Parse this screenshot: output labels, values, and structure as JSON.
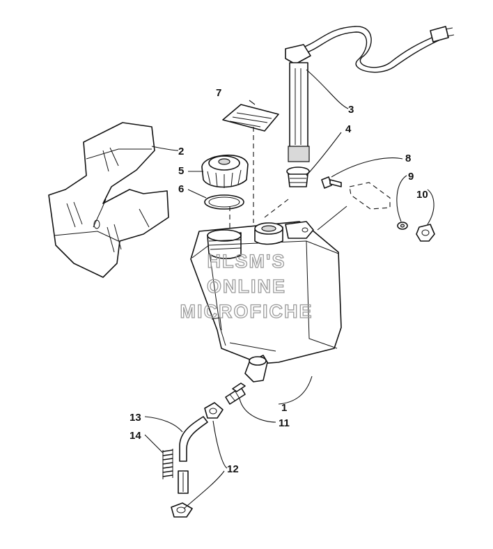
{
  "callouts": {
    "c1": "1",
    "c2": "2",
    "c3": "3",
    "c4": "4",
    "c5": "5",
    "c6": "6",
    "c7": "7",
    "c8": "8",
    "c9": "9",
    "c10": "10",
    "c11": "11",
    "c12": "12",
    "c13": "13",
    "c14": "14"
  },
  "watermark": {
    "line1": "HLSM'S",
    "line2": "ONLINE",
    "line3": "MICROFICHE"
  }
}
